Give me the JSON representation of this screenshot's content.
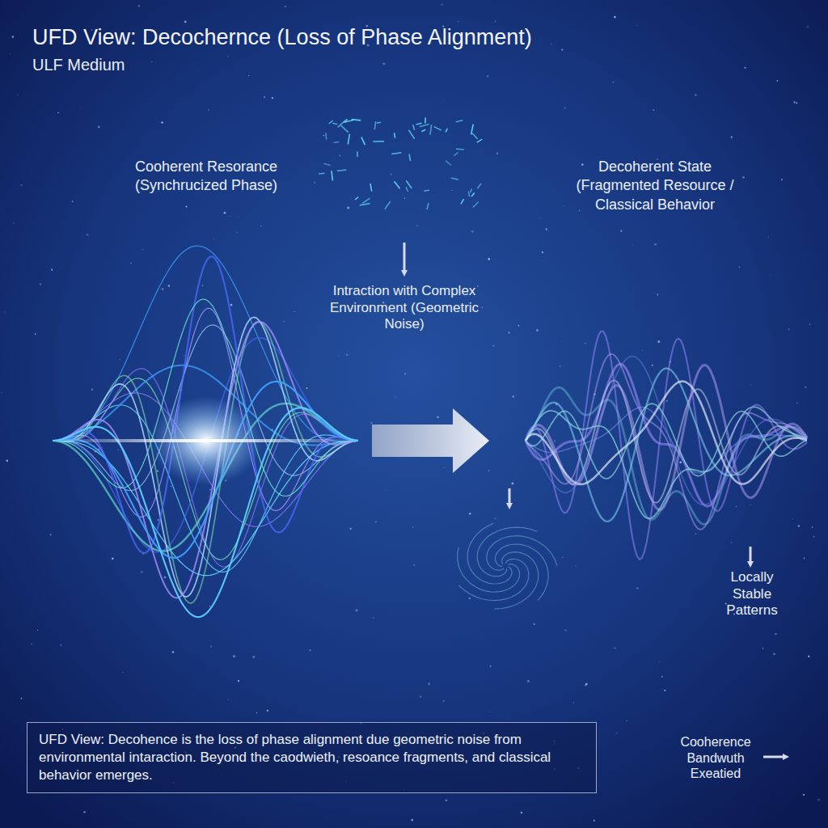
{
  "diagram": {
    "title": "UFD View: Decochernce (Loss of Phase Alignment)",
    "caption": "UFD View: Decohence is the loss of phase alignment due geometric noise from environmental intaraction. Beyond the caodwieth, resoance fragments, and classical behavior emerges.",
    "nodes": [
      {
        "text": [
          "Cooherent Resorance (Synchrucized Phase)"
        ]
      },
      {
        "text": [
          "Decoherent State (Fragmented Resource / Classical Behavior"
        ]
      }
    ],
    "edges": [
      {
        "from": 0,
        "to": 1,
        "arrow": "to"
      }
    ],
    "labels": [
      "ULF Medium",
      "Intraction with Complex Environment (Geometric Noise)",
      "Locally Stable Patterns",
      "Cooherence Bandwuth Exeatied"
    ]
  }
}
